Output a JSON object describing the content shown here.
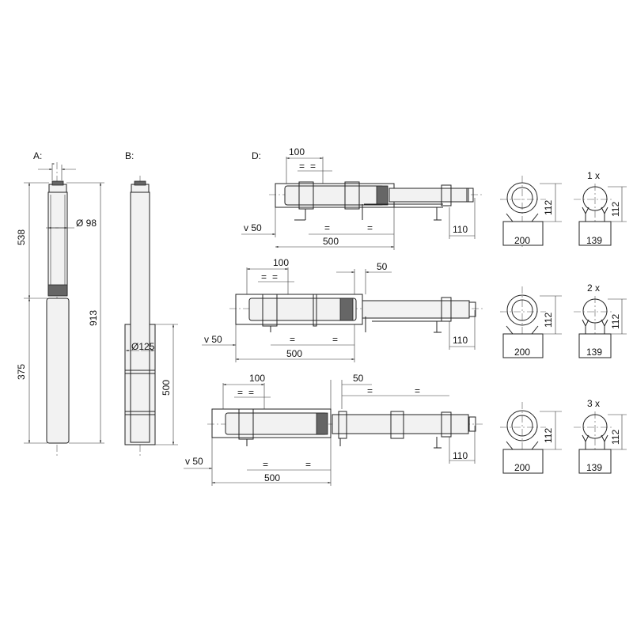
{
  "views": {
    "a": {
      "label": "A:",
      "dim_top": "-",
      "dim_diameter": "Ø 98",
      "dim_upper": "538",
      "dim_lower": "375",
      "dim_total": "913"
    },
    "b": {
      "label": "B:",
      "dim_diameter": "Ø125",
      "dim_height": "500"
    },
    "d": {
      "label": "D:",
      "rows": [
        {
          "dim_width": "100",
          "dim_equal": "=",
          "dim_v": "v 50",
          "dim_length": "500",
          "dim_height": "110",
          "dim_offset": ""
        },
        {
          "dim_width": "100",
          "dim_equal": "=",
          "dim_v": "v 50",
          "dim_length": "500",
          "dim_height": "110",
          "dim_offset": "50"
        },
        {
          "dim_width": "100",
          "dim_equal": "=",
          "dim_v": "v 50",
          "dim_length": "500",
          "dim_height": "110",
          "dim_offset": "50"
        }
      ]
    }
  },
  "sections": [
    {
      "count": "1 x",
      "large_width": "200",
      "large_height": "112",
      "small_width": "139",
      "small_height": "112"
    },
    {
      "count": "2 x",
      "large_width": "200",
      "large_height": "112",
      "small_width": "139",
      "small_height": "112"
    },
    {
      "count": "3 x",
      "large_width": "200",
      "large_height": "112",
      "small_width": "139",
      "small_height": "112"
    }
  ]
}
